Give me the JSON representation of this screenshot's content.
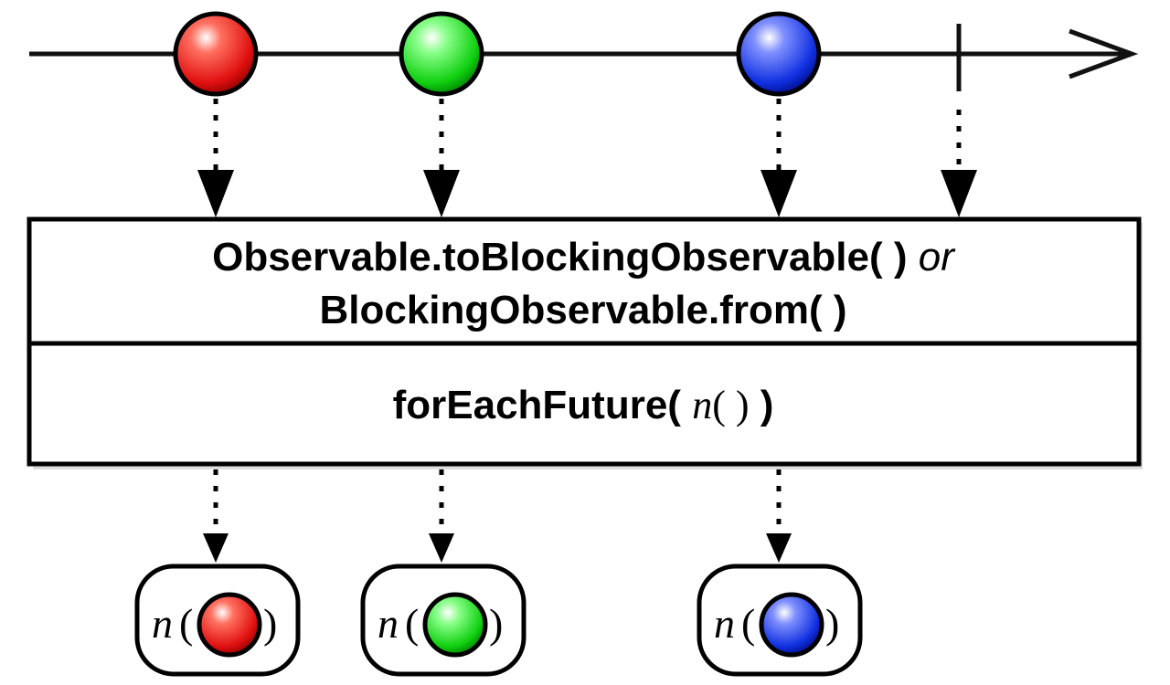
{
  "operator": {
    "line1_main": "Observable.toBlockingObservable( )",
    "line1_or": "or",
    "line2": "BlockingObservable.from( )",
    "method_name": "forEachFuture(",
    "method_arg_n": "n",
    "method_arg_parens": "( )",
    "method_close": ")"
  },
  "result_label": {
    "fn": "n",
    "open": "(",
    "close": ")"
  },
  "colors": {
    "red": "#e01010",
    "green": "#10d010",
    "blue": "#1030e0"
  },
  "source_items": [
    {
      "color": "red"
    },
    {
      "color": "green"
    },
    {
      "color": "blue"
    }
  ],
  "results": [
    {
      "color": "red"
    },
    {
      "color": "green"
    },
    {
      "color": "blue"
    }
  ]
}
